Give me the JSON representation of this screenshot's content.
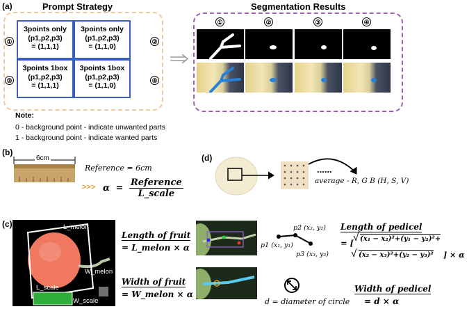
{
  "panel_a": {
    "label": "(a)",
    "prompt_title": "Prompt Strategy",
    "seg_title": "Segmentation Results",
    "boxes": [
      {
        "num": "①",
        "l1": "3points only",
        "l2": "(p1,p2,p3)",
        "l3": "= (1,1,1)"
      },
      {
        "num": "②",
        "l1": "3points only",
        "l2": "(p1,p2,p3)",
        "l3": "= (1,1,0)"
      },
      {
        "num": "③",
        "l1": "3points 1box",
        "l2": "(p1,p2,p3)",
        "l3": "= (1,1,1)"
      },
      {
        "num": "④",
        "l1": "3points 1box",
        "l2": "(p1,p2,p3)",
        "l3": "= (1,1,0)"
      }
    ],
    "seg_nums": [
      "①",
      "②",
      "③",
      "④"
    ],
    "note_title": "Note:",
    "note_lines": [
      "0 - background point - indicate unwanted parts",
      "1 - background point - indicate wanted parts"
    ],
    "colors": {
      "prompt_border": "#f0c8a0",
      "seg_border": "#9b5fb4",
      "box_border": "#3a5fbf"
    }
  },
  "panel_b": {
    "label": "(b)",
    "ruler_text": "6cm",
    "reference_text": "Reference = 6cm",
    "arrows": ">>>",
    "alpha": "α",
    "eq": "=",
    "numerator": "Reference",
    "denominator": "L_scale"
  },
  "panel_d": {
    "label": "(d)",
    "dots": "......",
    "average_text": "average - R, G B (H, S, V)"
  },
  "panel_c": {
    "label": "(c)",
    "photo_labels": {
      "l_melon": "L_melon",
      "w_melon": "W_melon",
      "l_scale": "L_scale",
      "w_scale": "W_scale"
    },
    "length_fruit_title": "Length of fruit",
    "length_fruit_eq": "= L_melon × α",
    "width_fruit_title": "Width of fruit",
    "width_fruit_eq": "= W_melon × α",
    "points": {
      "p1": "p1 (x₁, y₁)",
      "p2": "p2 (x₂, y₂)",
      "p3": "p3 (x₃, y₃)"
    },
    "length_pedicel_title": "Length of pedicel",
    "pedicel_eq_prefix": "= [",
    "pedicel_term1": "(x₁ − x₂)²+(y₁ − y₂)²",
    "plus": "+",
    "pedicel_term2": "(x₂ − x₃)²+(y₂ − y₃)²",
    "pedicel_eq_suffix": "] × α",
    "diameter_text": "d = diameter of circle",
    "width_pedicel_title": "Width of pedicel",
    "width_pedicel_eq": "= d × α"
  }
}
